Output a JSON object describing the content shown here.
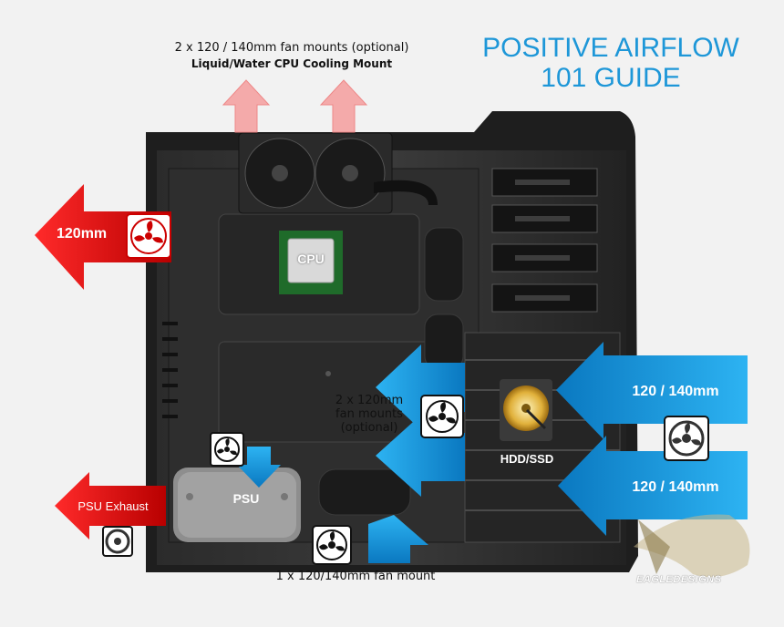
{
  "title": {
    "line1": "POSITIVE AIRFLOW",
    "line2": "101 GUIDE"
  },
  "top_mounts": {
    "line1": "2 x 120 / 140mm fan mounts (optional)",
    "line2": "Liquid/Water CPU Cooling Mount"
  },
  "rear_exhaust": {
    "label": "120mm"
  },
  "cpu": {
    "label": "CPU"
  },
  "side_mounts": {
    "line1": "2 x 120mm",
    "line2": "fan mounts",
    "line3": "(optional)"
  },
  "front_intake": {
    "upper": "120 / 140mm",
    "lower": "120 / 140mm"
  },
  "drive": {
    "label": "HDD/SSD"
  },
  "psu": {
    "label": "PSU",
    "exhaust_label": "PSU Exhaust"
  },
  "bottom_mount": {
    "label": "1 x 120/140mm fan mount"
  },
  "logo": {
    "text": "EAGLEDESIGNS"
  },
  "colors": {
    "intake": "#1ea0e6",
    "exhaust": "#e11a1a",
    "soft_exhaust": "#f2a0a0",
    "title": "#1e97d8"
  }
}
